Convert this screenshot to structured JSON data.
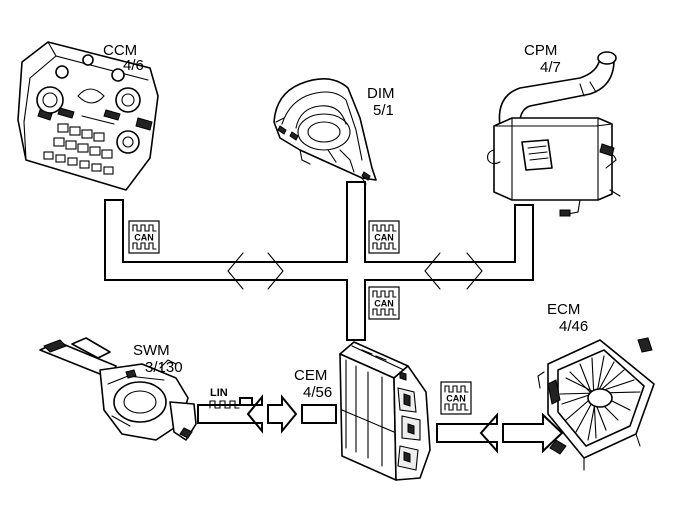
{
  "modules": {
    "ccm": {
      "name": "CCM",
      "code": "4/6"
    },
    "dim": {
      "name": "DIM",
      "code": "5/1"
    },
    "cpm": {
      "name": "CPM",
      "code": "4/7"
    },
    "swm": {
      "name": "SWM",
      "code": "3/130"
    },
    "cem": {
      "name": "CEM",
      "code": "4/56"
    },
    "ecm": {
      "name": "ECM",
      "code": "4/46"
    }
  },
  "badges": {
    "can": "CAN",
    "lin": "LIN"
  },
  "colors": {
    "line": "#000000",
    "background": "#ffffff"
  }
}
